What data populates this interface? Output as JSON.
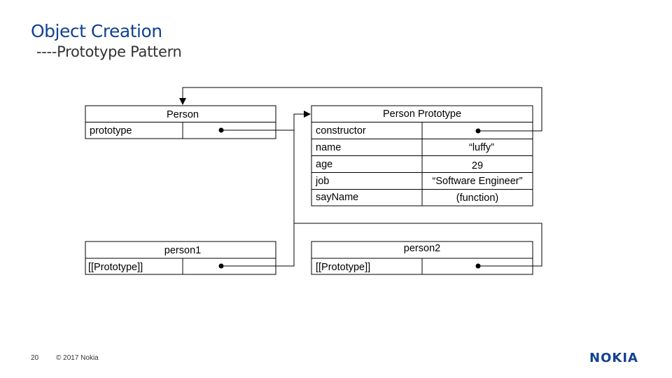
{
  "slide": {
    "title": "Object Creation",
    "subtitle": "----Prototype Pattern",
    "page_number": "20",
    "copyright": "© 2017 Nokia",
    "logo_text": "NOKIA"
  },
  "diagram": {
    "person": {
      "header": "Person",
      "field": "prototype"
    },
    "prototype": {
      "header": "Person Prototype",
      "rows": [
        {
          "key": "constructor",
          "value": ""
        },
        {
          "key": "name",
          "value": "“luffy”"
        },
        {
          "key": "age",
          "value": "29"
        },
        {
          "key": "job",
          "value": "“Software Engineer”"
        },
        {
          "key": "sayName",
          "value": "(function)"
        }
      ]
    },
    "person1": {
      "header": "person1",
      "field": "[[Prototype]]"
    },
    "person2": {
      "header": "person2",
      "field": "[[Prototype]]"
    }
  },
  "colors": {
    "title": "#124191",
    "lines": "#000000"
  }
}
